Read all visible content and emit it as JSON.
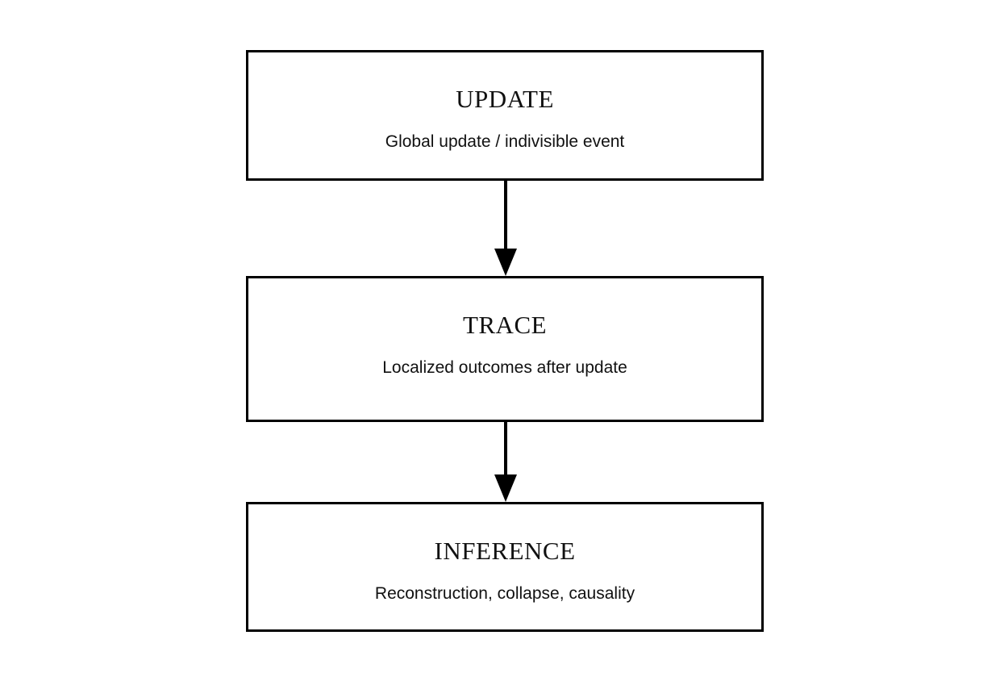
{
  "canvas": {
    "background_color": "#ffffff",
    "ink_color": "#000000"
  },
  "diagram": {
    "type": "flowchart-vertical",
    "nodes": [
      {
        "id": "update",
        "title": "UPDATE",
        "subtitle": "Global update / indivisible event"
      },
      {
        "id": "trace",
        "title": "TRACE",
        "subtitle": "Localized outcomes after update"
      },
      {
        "id": "inference",
        "title": "INFERENCE",
        "subtitle": "Reconstruction, collapse, causality"
      }
    ],
    "connectors": [
      {
        "from": "update",
        "to": "trace",
        "direction": "down",
        "style": "solid-line-filled-arrowhead"
      },
      {
        "from": "trace",
        "to": "inference",
        "direction": "down",
        "style": "solid-line-filled-arrowhead"
      }
    ]
  }
}
